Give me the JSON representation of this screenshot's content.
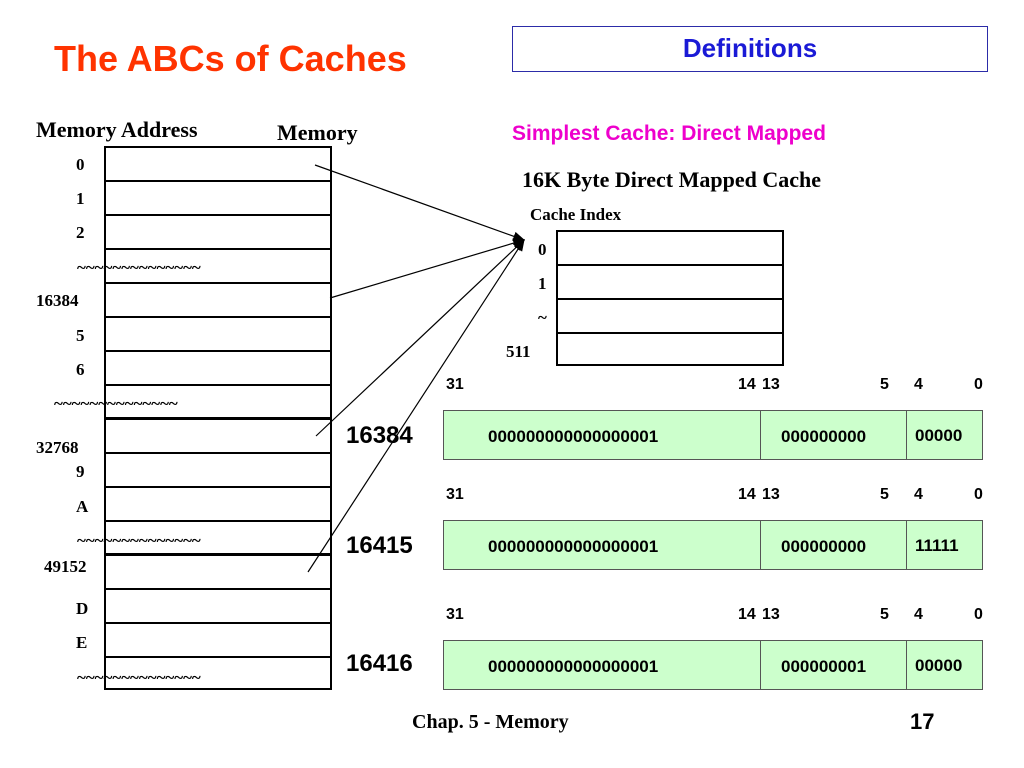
{
  "slide": {
    "title": "The ABCs of Caches",
    "section_label": "Definitions",
    "footer": "Chap. 5 - Memory",
    "page_number": "17"
  },
  "memory": {
    "address_header": "Memory Address",
    "memory_header": "Memory",
    "addresses": [
      "0",
      "1",
      "2",
      "~~~~~~~~~~~~~~",
      "16384",
      "5",
      "6",
      "~~~~~~~~~~~~~~",
      "32768",
      "9",
      "A",
      "~~~~~~~~~~~~~~",
      "49152",
      "D",
      "E",
      "~~~~~~~~~~~~~~"
    ]
  },
  "cache": {
    "heading": "Simplest Cache: Direct  Mapped",
    "subheading": "16K  Byte Direct Mapped Cache",
    "index_label": "Cache Index",
    "indices": [
      "0",
      "1",
      "~",
      "511"
    ]
  },
  "address_breakdowns": [
    {
      "decimal": "16384",
      "bit_labels": [
        "31",
        "14",
        "13",
        "5",
        "4",
        "0"
      ],
      "tag": "000000000000000001",
      "index": "000000000",
      "offset": "00000"
    },
    {
      "decimal": "16415",
      "bit_labels": [
        "31",
        "14",
        "13",
        "5",
        "4",
        "0"
      ],
      "tag": "000000000000000001",
      "index": "000000000",
      "offset": "11111"
    },
    {
      "decimal": "16416",
      "bit_labels": [
        "31",
        "14",
        "13",
        "5",
        "4",
        "0"
      ],
      "tag": "000000000000000001",
      "index": "000000001",
      "offset": "00000"
    }
  ]
}
